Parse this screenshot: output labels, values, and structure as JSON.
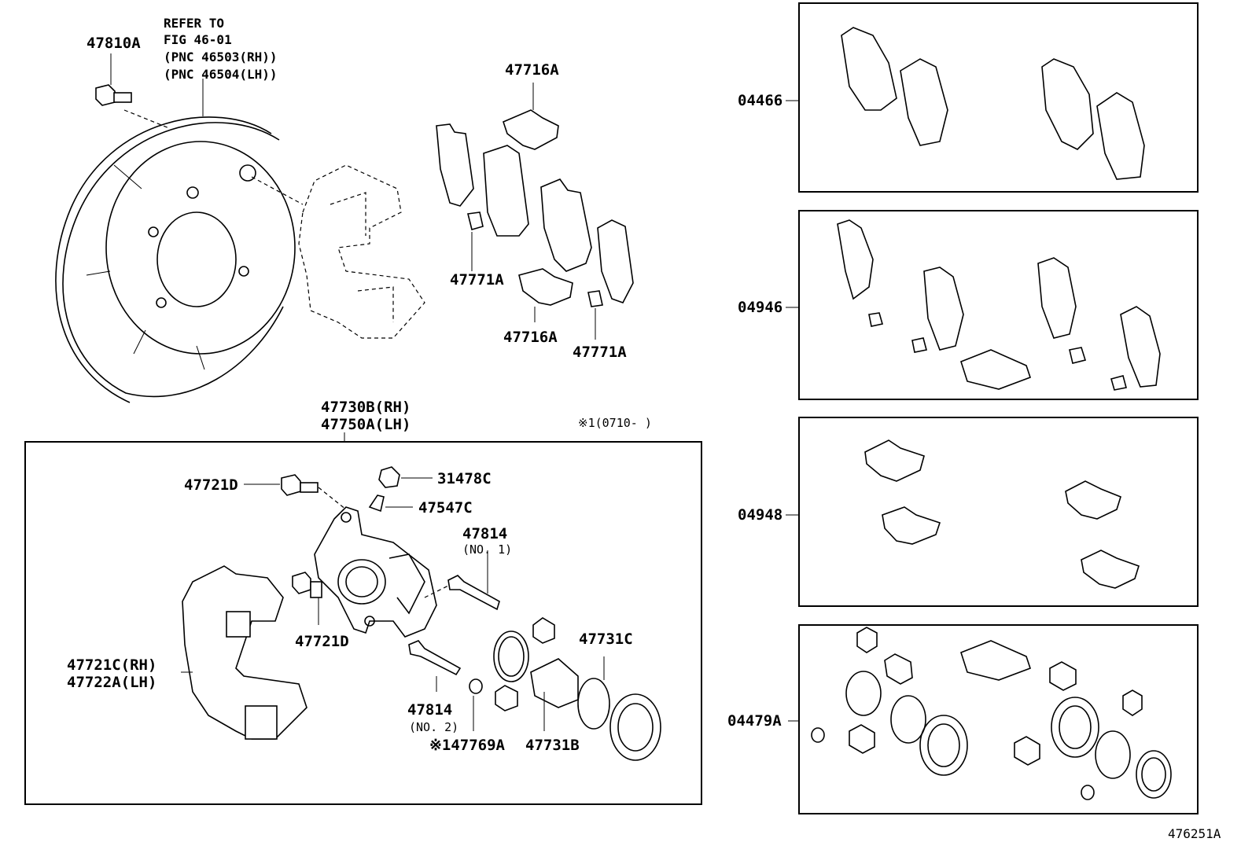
{
  "page_id": "476251A",
  "labels": {
    "refer_note": [
      "REFER TO",
      "FIG 46-01",
      "(PNC 46503(RH))",
      "(PNC 46504(LH))"
    ],
    "p47810A": "47810A",
    "p47716A_top": "47716A",
    "p47771A_left": "47771A",
    "p47716A_bottom": "47716A",
    "p47771A_right": "47771A",
    "p47730B": "47730B(RH)",
    "p47750A": "47750A(LH)",
    "date_note": "※1(0710-    )",
    "p47721D_top": "47721D",
    "p31478C": "31478C",
    "p47547C": "47547C",
    "p47814_no1": "47814",
    "no1": "(NO. 1)",
    "p47721D_bottom": "47721D",
    "p47721C": "47721C(RH)",
    "p47722A": "47722A(LH)",
    "p47731C": "47731C",
    "p47814_no2": "47814",
    "no2": "(NO. 2)",
    "p47769A": "※147769A",
    "p47731B": "47731B",
    "kit_04466": "04466",
    "kit_04946": "04946",
    "kit_04948": "04948",
    "kit_04479A": "04479A"
  }
}
